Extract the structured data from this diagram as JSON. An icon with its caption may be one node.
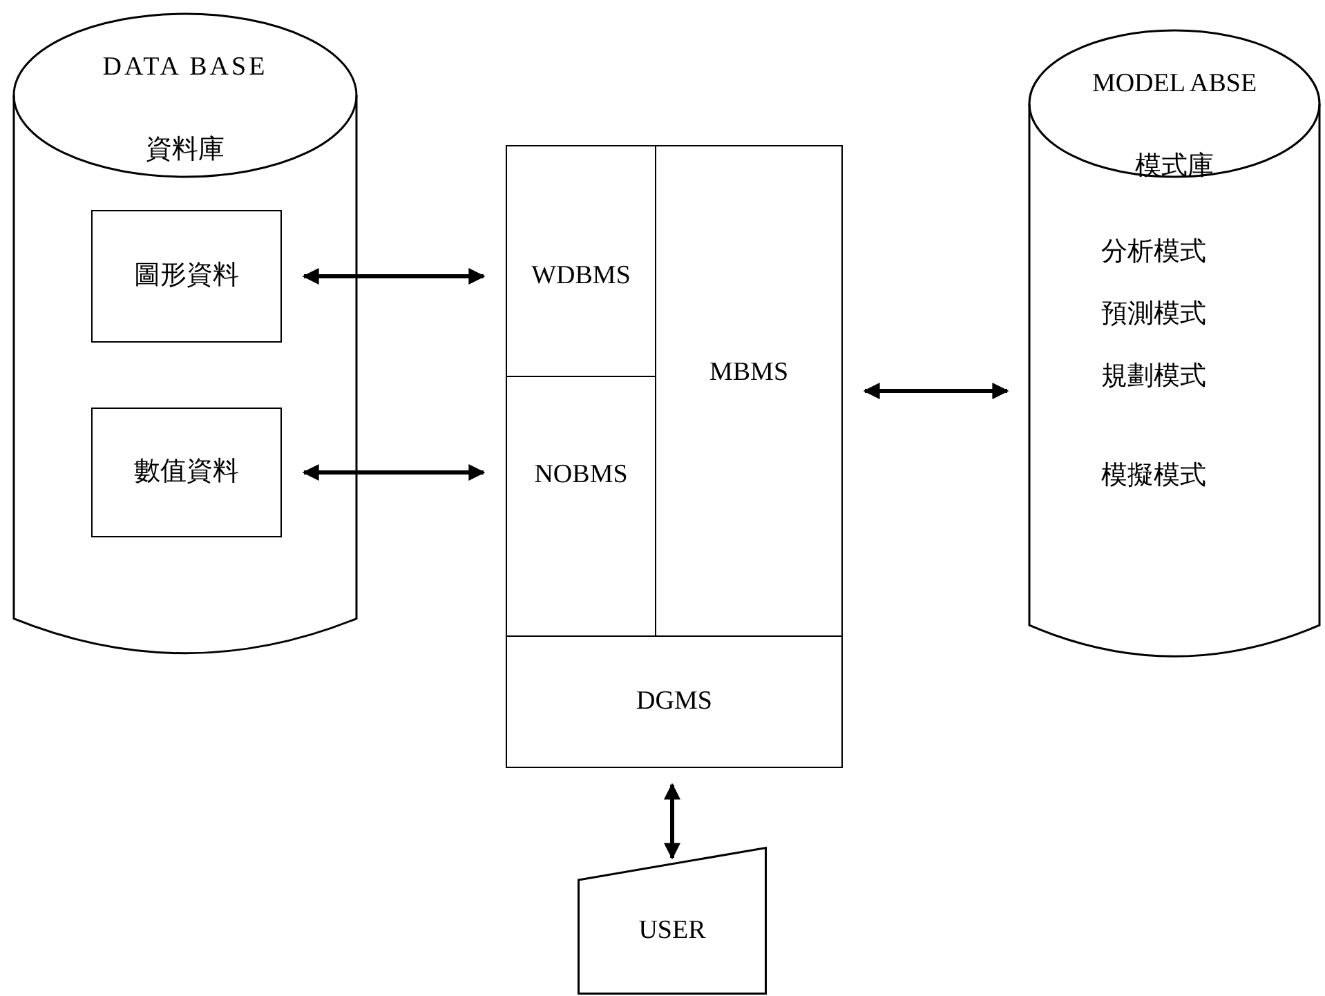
{
  "diagram": {
    "nodes": [
      {
        "text": [
          "DATA BASE",
          "資料庫"
        ]
      },
      {
        "text": [
          "圖形資料"
        ],
        "in": 0
      },
      {
        "text": [
          "數值資料"
        ],
        "in": 0
      },
      {
        "text": [
          "WDBMS"
        ]
      },
      {
        "text": [
          "NOBMS"
        ]
      },
      {
        "text": [
          "MBMS"
        ]
      },
      {
        "text": [
          "DGMS"
        ]
      },
      {
        "text": [
          "MODEL ABSE",
          "模式庫",
          "分析模式",
          "預測模式",
          "規劃模式",
          "模擬模式"
        ]
      },
      {
        "text": [
          "USER"
        ]
      }
    ],
    "edges": [
      {
        "from": 1,
        "to": 3,
        "arrow": "both"
      },
      {
        "from": 2,
        "to": 4,
        "arrow": "both"
      },
      {
        "from": 5,
        "to": 7,
        "arrow": "both"
      },
      {
        "from": 6,
        "to": 8,
        "arrow": "both"
      }
    ]
  }
}
